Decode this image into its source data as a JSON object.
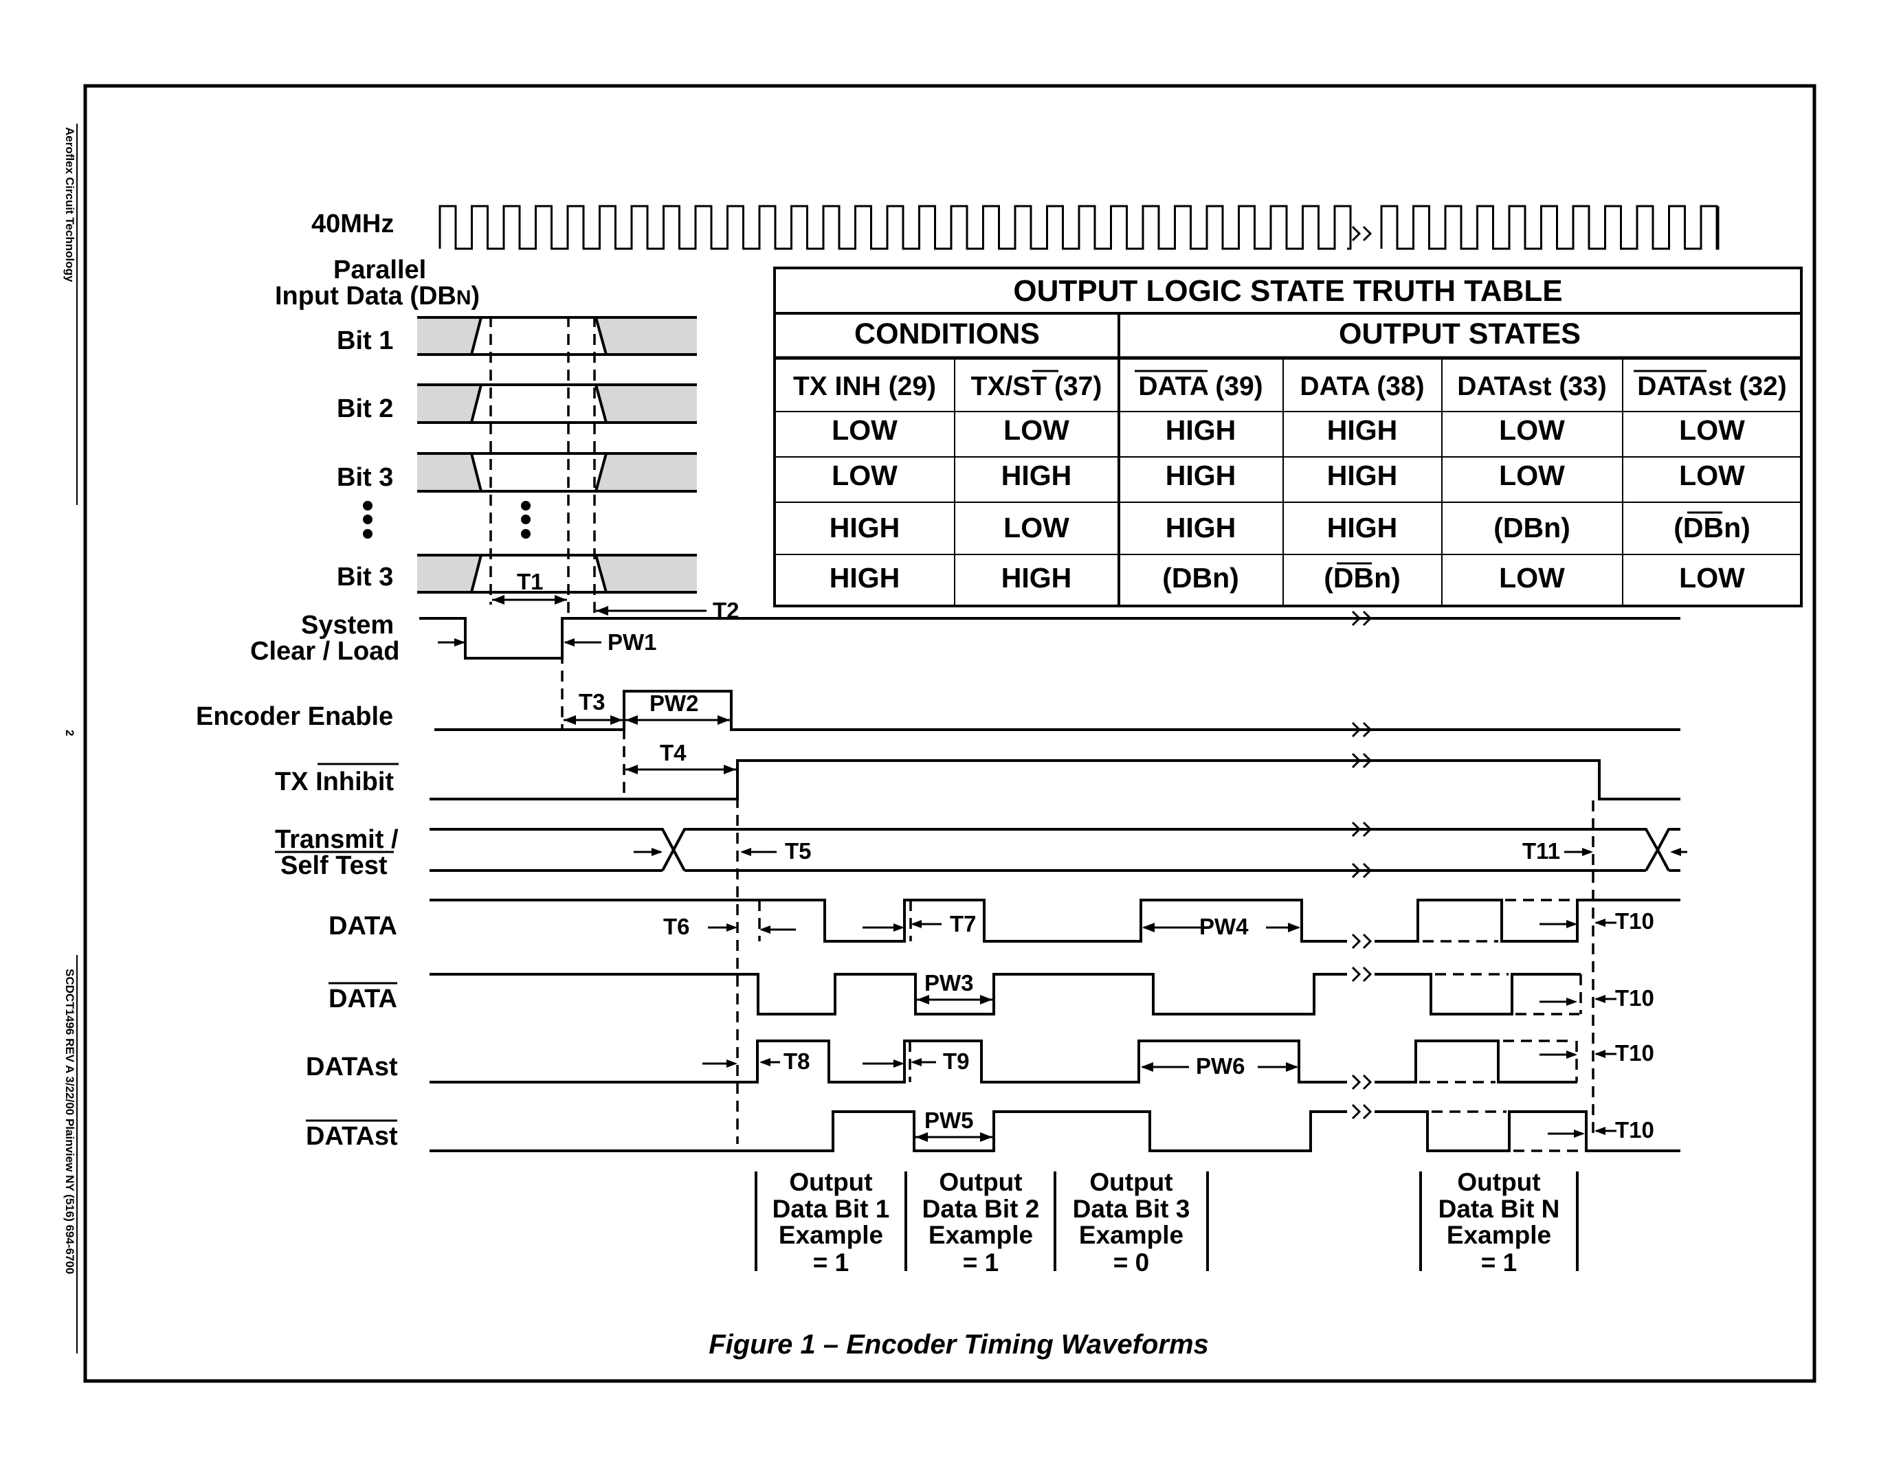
{
  "side_text": {
    "top": "Aeroflex Circuit Technology",
    "page_number": "2",
    "bottom": "SCDCT1496 REV A 3/22/00 Plainview NY (516) 694-6700"
  },
  "signals": {
    "clock": "40MHz",
    "parallel_1": "Parallel",
    "parallel_2a": "Input Data (DB",
    "parallel_2b": "N",
    "parallel_2c": ")",
    "bit1": "Bit 1",
    "bit2": "Bit 2",
    "bit3a": "Bit 3",
    "bit3b": "Bit 3",
    "sysclear_1": "System",
    "sysclear_2": "Clear / Load",
    "encoder_enable": "Encoder Enable",
    "tx_inhibit_a": "TX ",
    "tx_inhibit_b": "Inhibit",
    "transmit_1": "Transmit /",
    "transmit_2": "Self Test",
    "data": "DATA",
    "data_bar": "DATA",
    "datast": "DATAst",
    "datast_bar": "DATAst"
  },
  "timing": {
    "t1": "T1",
    "t2": "T2",
    "t3": "T3",
    "t4": "T4",
    "t5": "T5",
    "t6": "T6",
    "t7": "T7",
    "t8": "T8",
    "t9": "T9",
    "t10a": "T10",
    "t10b": "T10",
    "t10c": "T10",
    "t10d": "T10",
    "t11": "T11",
    "pw1": "PW1",
    "pw2": "PW2",
    "pw3": "PW3",
    "pw4": "PW4",
    "pw5": "PW5",
    "pw6": "PW6"
  },
  "truth_table": {
    "title": "OUTPUT LOGIC STATE  TRUTH TABLE",
    "group_conditions": "CONDITIONS",
    "group_outputs": "OUTPUT STATES",
    "columns": [
      "TX INH (29)",
      "TX/ST (37)",
      "DATA (39)",
      "DATA (38)",
      "DATAst (33)",
      "DATAst (32)"
    ],
    "rows": [
      [
        "LOW",
        "LOW",
        "HIGH",
        "HIGH",
        "LOW",
        "LOW"
      ],
      [
        "LOW",
        "HIGH",
        "HIGH",
        "HIGH",
        "LOW",
        "LOW"
      ],
      [
        "HIGH",
        "LOW",
        "HIGH",
        "HIGH",
        "(DBn)",
        "(DBn)"
      ],
      [
        "HIGH",
        "HIGH",
        "(DBn)",
        "(DBn)",
        "LOW",
        "LOW"
      ]
    ]
  },
  "output_examples": [
    {
      "line1": "Output",
      "line2": "Data Bit 1",
      "line3": "Example",
      "line4": "= 1"
    },
    {
      "line1": "Output",
      "line2": "Data Bit 2",
      "line3": "Example",
      "line4": "= 1"
    },
    {
      "line1": "Output",
      "line2": "Data Bit 3",
      "line3": "Example",
      "line4": "= 0"
    },
    {
      "line1": "Output",
      "line2": "Data Bit N",
      "line3": "Example",
      "line4": "= 1"
    }
  ],
  "caption": "Figure 1 – Encoder Timing Waveforms"
}
